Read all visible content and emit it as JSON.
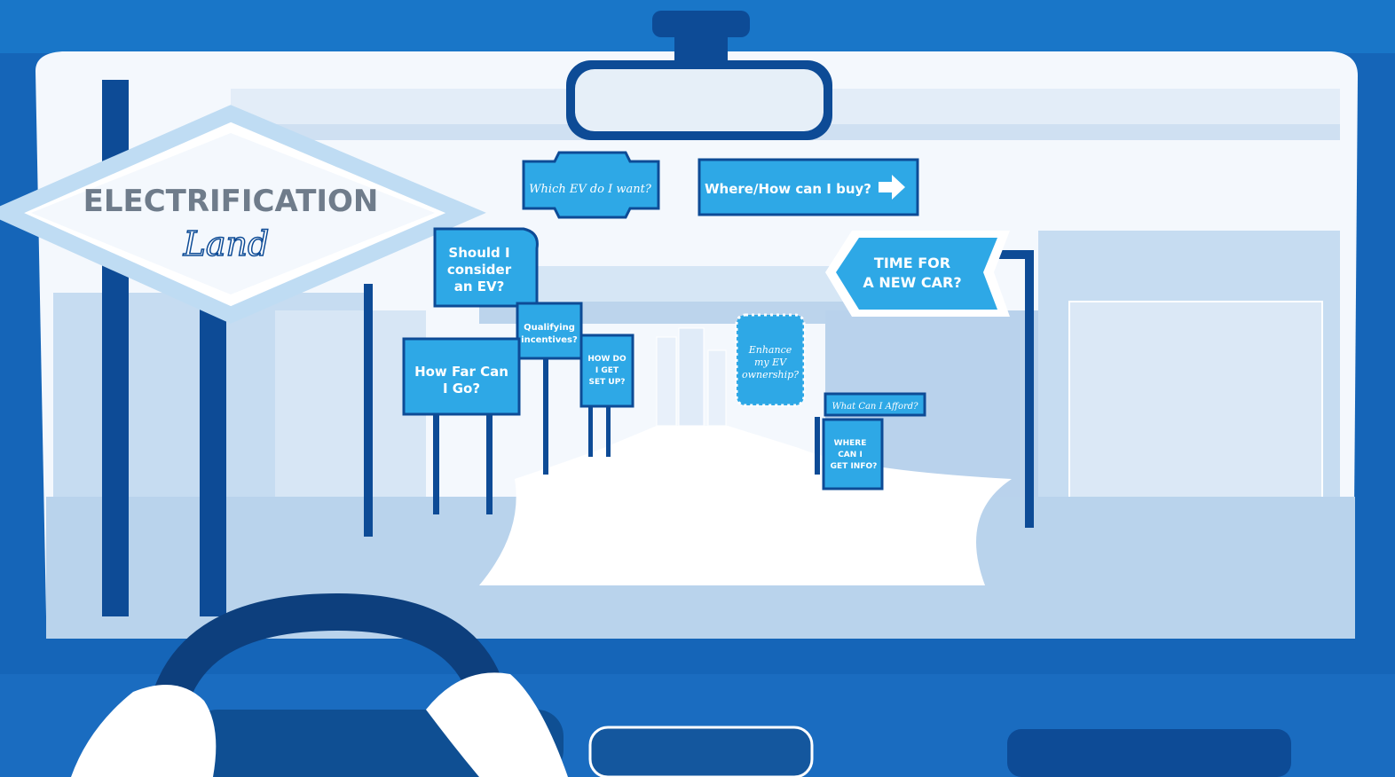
{
  "colors": {
    "car_body": "#1565b8",
    "sky": "#f4f8fd",
    "sign_blue": "#2ea8e6",
    "sign_dark": "#0d4b96",
    "pale_blue": "#c6dcf1",
    "road": "#ffffff"
  },
  "signs": {
    "main_title": "ELECTRIFICATION",
    "main_script": "Land",
    "which_ev": "Which EV do I want?",
    "where_buy": "Where/How can I buy?",
    "time_new_car_1": "TIME FOR",
    "time_new_car_2": "A NEW CAR?",
    "should_consider_1": "Should I",
    "should_consider_2": "consider",
    "should_consider_3": "an EV?",
    "qualifying_1": "Qualifying",
    "qualifying_2": "incentives?",
    "how_far_1": "How Far Can",
    "how_far_2": "I Go?",
    "how_setup_1": "HOW DO",
    "how_setup_2": "I GET",
    "how_setup_3": "SET UP?",
    "enhance_1": "Enhance",
    "enhance_2": "my EV",
    "enhance_3": "ownership?",
    "afford": "What Can I Afford?",
    "info_1": "WHERE",
    "info_2": "CAN I",
    "info_3": "GET INFO?"
  },
  "icons": {
    "arrow": "right-arrow-icon",
    "steering": "steering-wheel-icon"
  }
}
